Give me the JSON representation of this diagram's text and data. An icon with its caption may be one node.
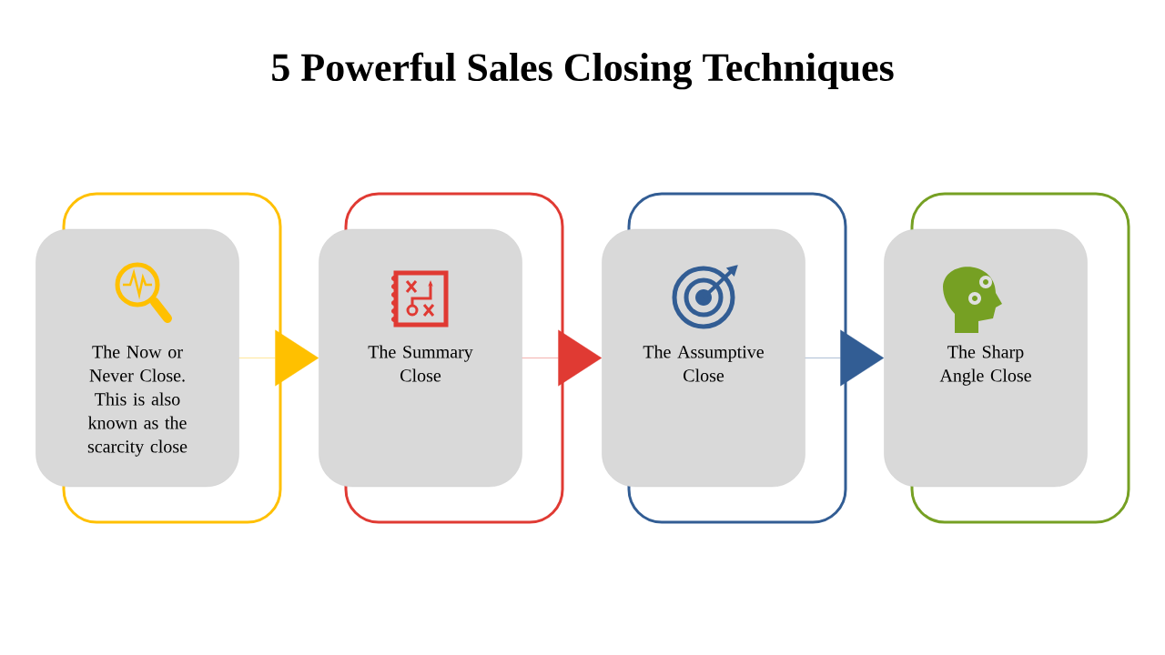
{
  "diagram": {
    "title": "5 Powerful Sales Closing Techniques",
    "nodes": [
      {
        "text": [
          "The Now or Never Close. This is also known as the scarcity close"
        ]
      },
      {
        "text": [
          "The Summary Close"
        ]
      },
      {
        "text": [
          "The Assumptive Close"
        ]
      },
      {
        "text": [
          "The Sharp Angle Close"
        ]
      }
    ],
    "edges": [
      {
        "from": 0,
        "to": 1,
        "arrow": "to",
        "color": "#ffc000"
      },
      {
        "from": 1,
        "to": 2,
        "arrow": "to",
        "color": "#e03a33"
      },
      {
        "from": 2,
        "to": 3,
        "arrow": "to",
        "color": "#325d94"
      }
    ]
  }
}
